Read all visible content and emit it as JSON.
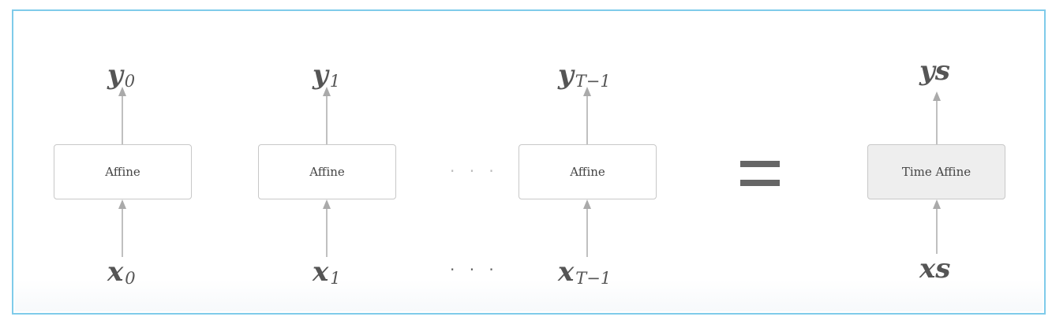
{
  "units": [
    {
      "box_label": "Affine",
      "output_symbol": "y",
      "output_subscript": "0",
      "input_symbol": "x",
      "input_subscript": "0"
    },
    {
      "box_label": "Affine",
      "output_symbol": "y",
      "output_subscript": "1",
      "input_symbol": "x",
      "input_subscript": "1"
    },
    {
      "box_label": "Affine",
      "output_symbol": "y",
      "output_subscript": "T−1",
      "input_symbol": "x",
      "input_subscript": "T−1"
    }
  ],
  "ellipsis": {
    "middle": "· · ·",
    "bottom": "· · ·"
  },
  "combined": {
    "box_label": "Time Affine",
    "output_label": "ys",
    "input_label": "xs"
  },
  "colors": {
    "frame_border": "#7fcbea",
    "box_border": "#c8c8c8",
    "combined_fill": "#eeeeee",
    "arrow": "#aaaaaa",
    "text": "#555555"
  }
}
